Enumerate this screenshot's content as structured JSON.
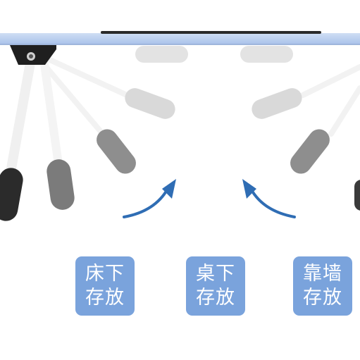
{
  "badges": [
    {
      "line1": "床下",
      "line2": "存放"
    },
    {
      "line1": "桌下",
      "line2": "存放"
    },
    {
      "line1": "靠墙",
      "line2": "存放"
    }
  ],
  "colors": {
    "badge": "#7aa3dc",
    "tabletop": "#b7cdee",
    "arrow": "#2f6db4",
    "leg_dark": "#2b2b2b",
    "leg_mid": "#8a8a8a",
    "leg_light": "#c4c4c4",
    "leg_faint": "#e2e2e2"
  },
  "icons": [
    "hinge-icon",
    "fold-arrow-left-icon",
    "fold-arrow-right-icon"
  ]
}
